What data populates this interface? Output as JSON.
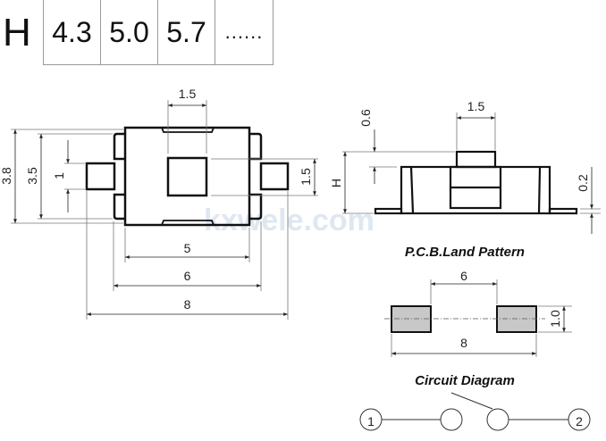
{
  "height_table": {
    "label": "H",
    "values": [
      "4.3",
      "5.0",
      "5.7"
    ],
    "more": "......"
  },
  "top_view": {
    "dims": {
      "button_width": "1.5",
      "overall_width_38": "3.8",
      "body_width": "3.5",
      "terminal_width": "1",
      "button_height": "1.5",
      "body_length": "5",
      "tab_length": "6",
      "overall_length": "8"
    }
  },
  "side_view": {
    "dims": {
      "stem_width": "1.5",
      "stem_height": "0.6",
      "height": "H",
      "terminal_thickness": "0.2"
    }
  },
  "watermark": "kxwele.com",
  "pcb": {
    "title": "P.C.B.Land Pattern",
    "inner_spacing": "6",
    "outer_spacing": "8",
    "pad_height": "1.0"
  },
  "circuit": {
    "title": "Circuit Diagram",
    "pin1": "1",
    "pin2": "2"
  }
}
